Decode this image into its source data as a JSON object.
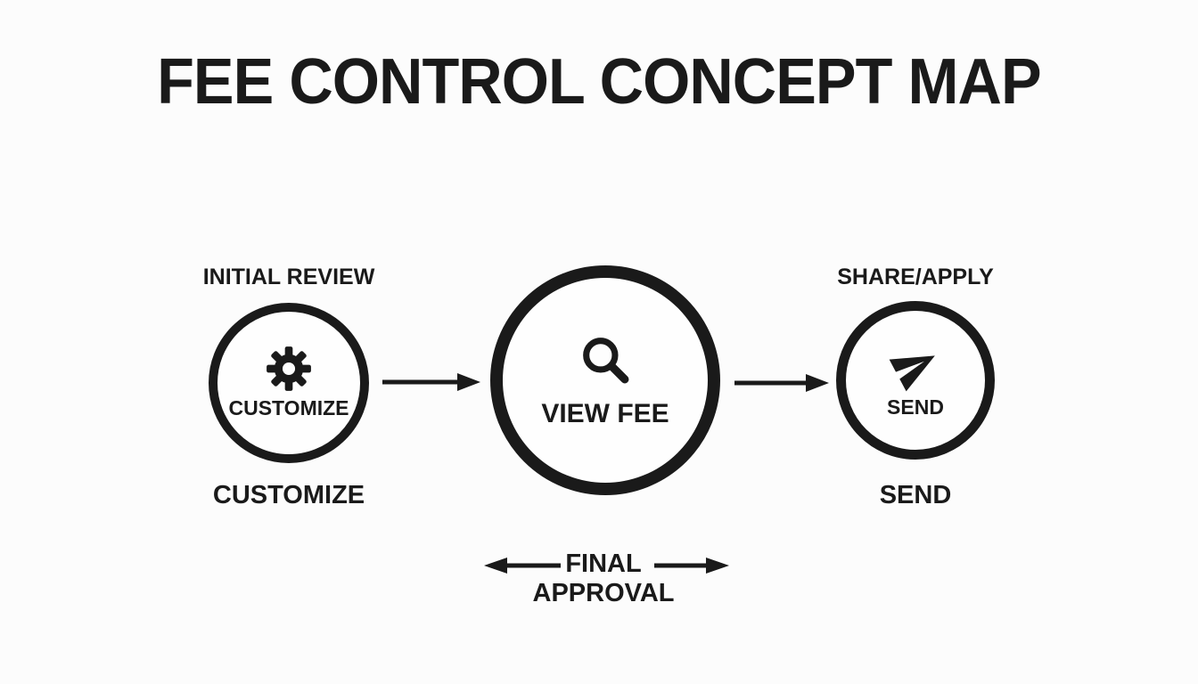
{
  "title": "FEE CONTROL CONCEPT MAP",
  "colors": {
    "ink": "#1a1a1a",
    "paper": "#fefefe",
    "background": "#fcfcfc"
  },
  "nodes": [
    {
      "id": "customize",
      "icon": "gear-icon",
      "label": "CUSTOMIZE",
      "label_above": "INITIAL REVIEW",
      "label_below": "CUSTOMIZE"
    },
    {
      "id": "view-fee",
      "icon": "magnifier-icon",
      "label": "VIEW FEE"
    },
    {
      "id": "send",
      "icon": "paper-plane-icon",
      "label": "SEND",
      "label_above": "SHARE/APPLY",
      "label_below": "SEND"
    }
  ],
  "connectors": [
    {
      "from": "CUSTOMIZE",
      "to": "VIEW FEE",
      "direction": "right"
    },
    {
      "from": "VIEW FEE",
      "to": "SEND",
      "direction": "right"
    }
  ],
  "final_approval": {
    "line1": "FINAL",
    "line2": "APPROVAL",
    "arrows": "left-and-right"
  }
}
